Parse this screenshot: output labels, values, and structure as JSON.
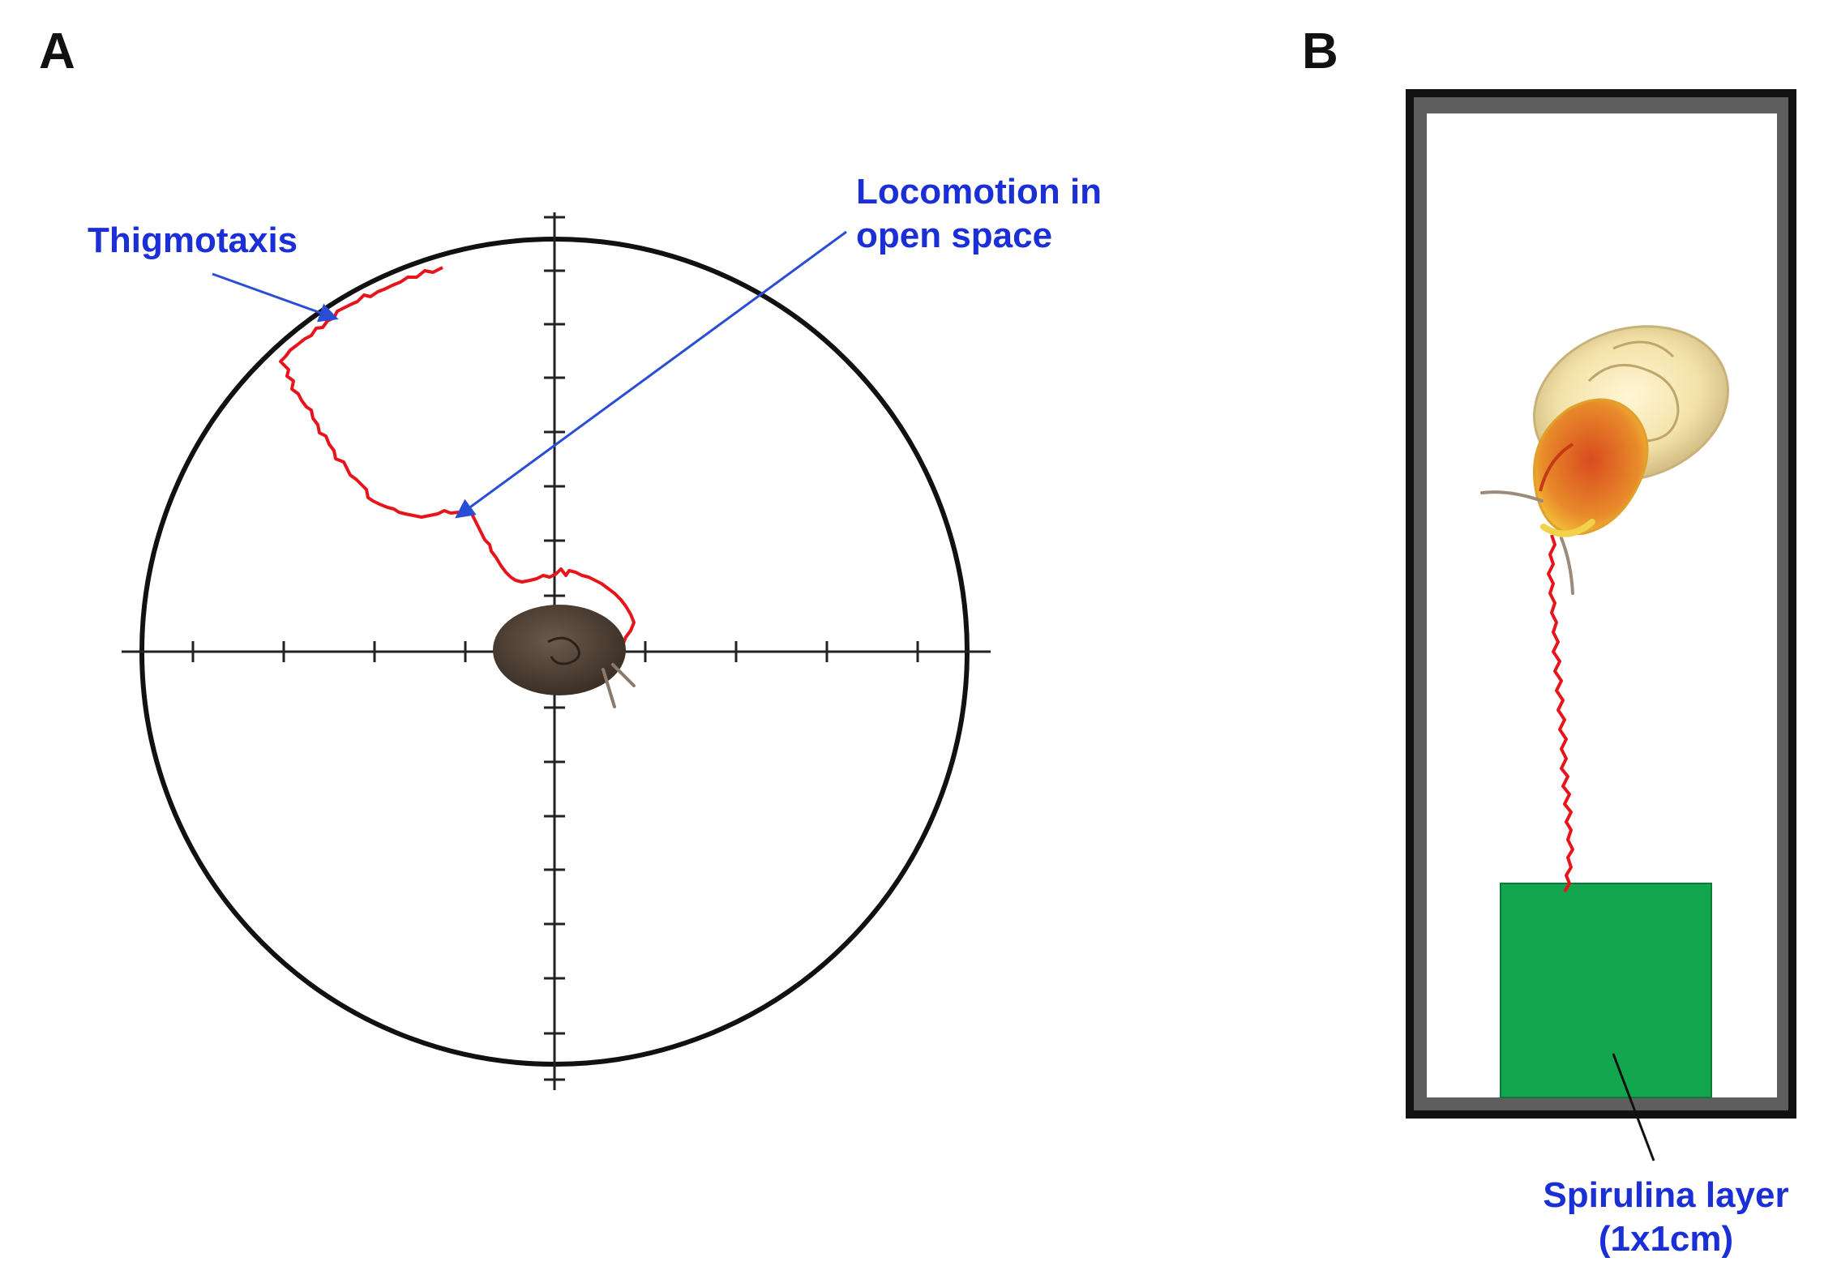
{
  "panels": {
    "a": {
      "letter": "A"
    },
    "b": {
      "letter": "B"
    }
  },
  "annotations": {
    "thigmotaxis": "Thigmotaxis",
    "locomotion_line1": "Locomotion in",
    "locomotion_line2": "open space",
    "spirulina_line1": "Spirulina layer",
    "spirulina_line2": "(1x1cm)"
  },
  "colors": {
    "track": "#e8141c",
    "label_text": "#1a2fd6",
    "pointer_line": "#2a4dd6",
    "arena_outline": "#111111",
    "spirulina_layer": "#12a64e",
    "snail_body": "#4a3b30",
    "snail_shell": "#f2b330"
  },
  "icons": {
    "snail_a": "snail-top-view-icon",
    "snail_b": "snail-side-view-icon"
  }
}
